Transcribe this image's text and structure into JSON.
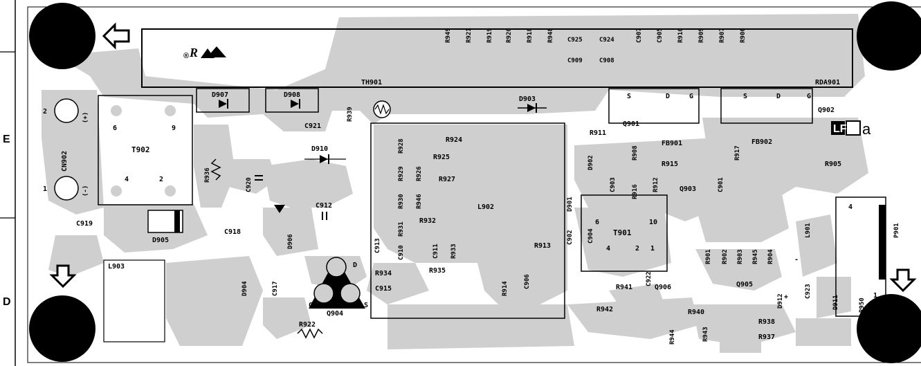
{
  "grid_labels": {
    "row_e": "E",
    "row_d": "D"
  },
  "marks": {
    "lf_letters": "LF",
    "lf_suffix": "a",
    "ul_mark": "R",
    "registered": "®"
  },
  "transformers": {
    "t902": "T902",
    "t901": "T901",
    "pin6": "6",
    "pin9": "9",
    "pin4": "4",
    "pin2": "2",
    "t901_pin6": "6",
    "t901_pin10": "10",
    "t901_pin4": "4",
    "t901_pin2": "2",
    "t901_pin1": "1"
  },
  "connectors": {
    "cn902": "CN902",
    "cn_pin2": "2",
    "cn_pin1": "1",
    "plus": "(+)",
    "minus": "(-)",
    "p901": "P901",
    "p901_pin4": "4",
    "p901_pin1": "1",
    "rda901": "RDA901"
  },
  "transistors": {
    "q901": "Q901",
    "q902": "Q902",
    "q903": "Q903",
    "q904": "Q904",
    "q905": "Q905",
    "q906": "Q906",
    "s": "S",
    "d": "D",
    "g": "G"
  },
  "diodes": {
    "d901": "D901",
    "d902": "D902",
    "d903": "D903",
    "d904": "D904",
    "d905": "D905",
    "d906": "D906",
    "d907": "D907",
    "d908": "D908",
    "d910": "D910",
    "d911": "D911",
    "d912": "D912"
  },
  "inductors": {
    "l901": "L901",
    "l902": "L902",
    "l903": "L903",
    "fb901": "FB901",
    "fb902": "FB902",
    "th901": "TH901"
  },
  "resistors": {
    "r905": "R905",
    "r906": "R906",
    "r907": "R907",
    "r908": "R908",
    "r909": "R909",
    "r910": "R910",
    "r911": "R911",
    "r912": "R912",
    "r913": "R913",
    "r914": "R914",
    "r915": "R915",
    "r916": "R916",
    "r917": "R917",
    "r918": "R918",
    "r919": "R919",
    "r920": "R920",
    "r921": "R921",
    "r922": "R922",
    "r924": "R924",
    "r925": "R925",
    "r926": "R926",
    "r927": "R927",
    "r928": "R928",
    "r929": "R929",
    "r930": "R930",
    "r931": "R931",
    "r932": "R932",
    "r933": "R933",
    "r934": "R934",
    "r935": "R935",
    "r936": "R936",
    "r937": "R937",
    "r938": "R938",
    "r939": "R939",
    "r940": "R940",
    "r941": "R941",
    "r942": "R942",
    "r943": "R943",
    "r944": "R944",
    "r945": "R945",
    "r946": "R946",
    "r948": "R948",
    "r949": "R949",
    "r950": "R950",
    "r901": "R901",
    "r902": "R902",
    "r903": "R903",
    "r904": "R904"
  },
  "capacitors": {
    "c901": "C901",
    "c902": "C902",
    "c903": "C903",
    "c904": "C904",
    "c905": "C905",
    "c906": "C906",
    "c907": "C907",
    "c908": "C908",
    "c909": "C909",
    "c910": "C910",
    "c911": "C911",
    "c912": "C912",
    "c913": "C913",
    "c915": "C915",
    "c917": "C917",
    "c918": "C918",
    "c919": "C919",
    "c920": "C920",
    "c921": "C921",
    "c922": "C922",
    "c923": "C923",
    "c924": "C924",
    "c925": "C925"
  },
  "polarity": {
    "plus_sign": "+",
    "minus_sign": "-"
  },
  "colors": {
    "copper": "#cfcfcf",
    "ink": "#000000",
    "paper": "#ffffff"
  }
}
